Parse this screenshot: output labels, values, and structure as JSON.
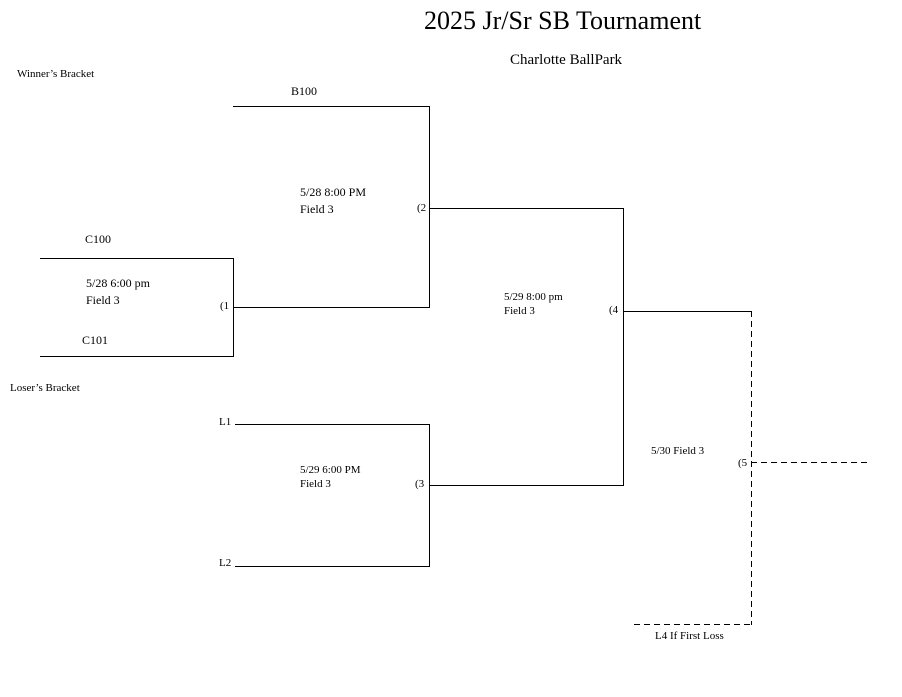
{
  "header": {
    "title": "2025 Jr/Sr SB Tournament",
    "venue": "Charlotte BallPark"
  },
  "sections": {
    "winners": "Winner’s Bracket",
    "losers": "Loser’s Bracket"
  },
  "teams": {
    "b100": "B100",
    "c100": "C100",
    "c101": "C101",
    "l1": "L1",
    "l2": "L2",
    "l4": "L4 If First Loss"
  },
  "games": [
    {
      "number": "(1",
      "date": "5/28 6:00 pm",
      "field": "Field 3"
    },
    {
      "number": "(2",
      "date": "5/28 8:00 PM",
      "field": "Field 3"
    },
    {
      "number": "(3",
      "date": "5/29 6:00 PM",
      "field": "Field 3"
    },
    {
      "number": "(4",
      "date": "5/29 8:00 pm",
      "field": "Field 3"
    },
    {
      "number": "(5",
      "date": "5/30 Field 3"
    }
  ]
}
